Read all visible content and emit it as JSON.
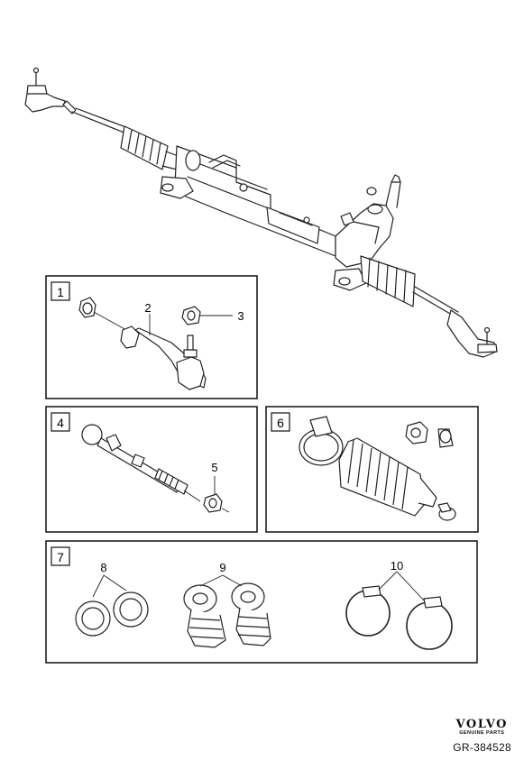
{
  "diagram": {
    "boxes": [
      {
        "label": "1",
        "callouts": [
          "2",
          "3"
        ]
      },
      {
        "label": "4",
        "callouts": [
          "5"
        ]
      },
      {
        "label": "6",
        "callouts": []
      },
      {
        "label": "7",
        "callouts": [
          "8",
          "9",
          "10"
        ]
      }
    ]
  },
  "brand": {
    "logo_text": "VOLVO",
    "sub_text": "GENUINE PARTS"
  },
  "diagram_code": "GR-384528"
}
